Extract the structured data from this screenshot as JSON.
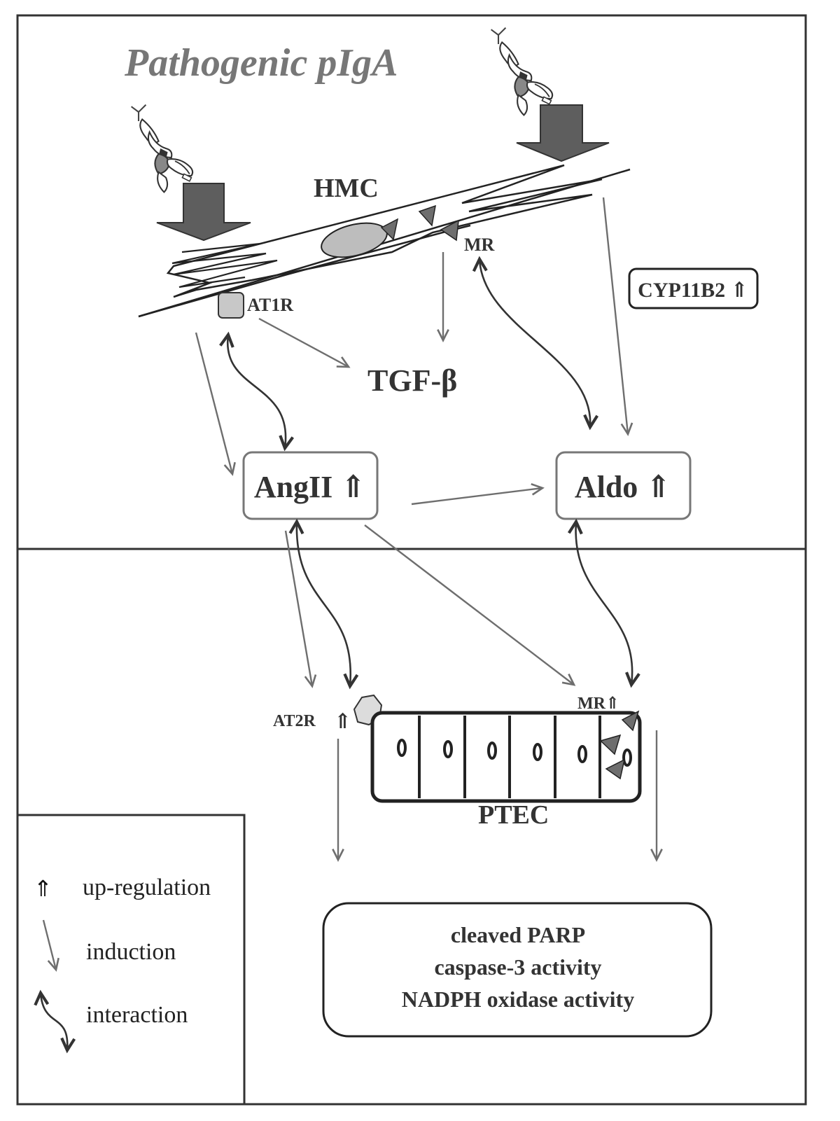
{
  "title": "Pathogenic pIgA",
  "labels": {
    "hmc": "HMC",
    "mr_hmc": "MR",
    "at1r": "AT1R",
    "tgf": "TGF-β",
    "cyp": "CYP11B2 ⇑",
    "angii": "AngII ⇑",
    "aldo": "Aldo ⇑",
    "at2r": "AT2R",
    "at2r_arrow": "⇑",
    "mr_ptec": "MR⇑",
    "ptec": "PTEC"
  },
  "outcomes": [
    "cleaved PARP",
    "caspase-3 activity",
    "NADPH oxidase activity"
  ],
  "legend": {
    "upregulation_symbol": "⇑",
    "upregulation": "up-regulation",
    "induction": "induction",
    "interaction": "interaction"
  },
  "colors": {
    "induction": "#6e6e6e",
    "interaction": "#333333",
    "block_arrow": "#5e5e5e",
    "title": "#777777"
  }
}
